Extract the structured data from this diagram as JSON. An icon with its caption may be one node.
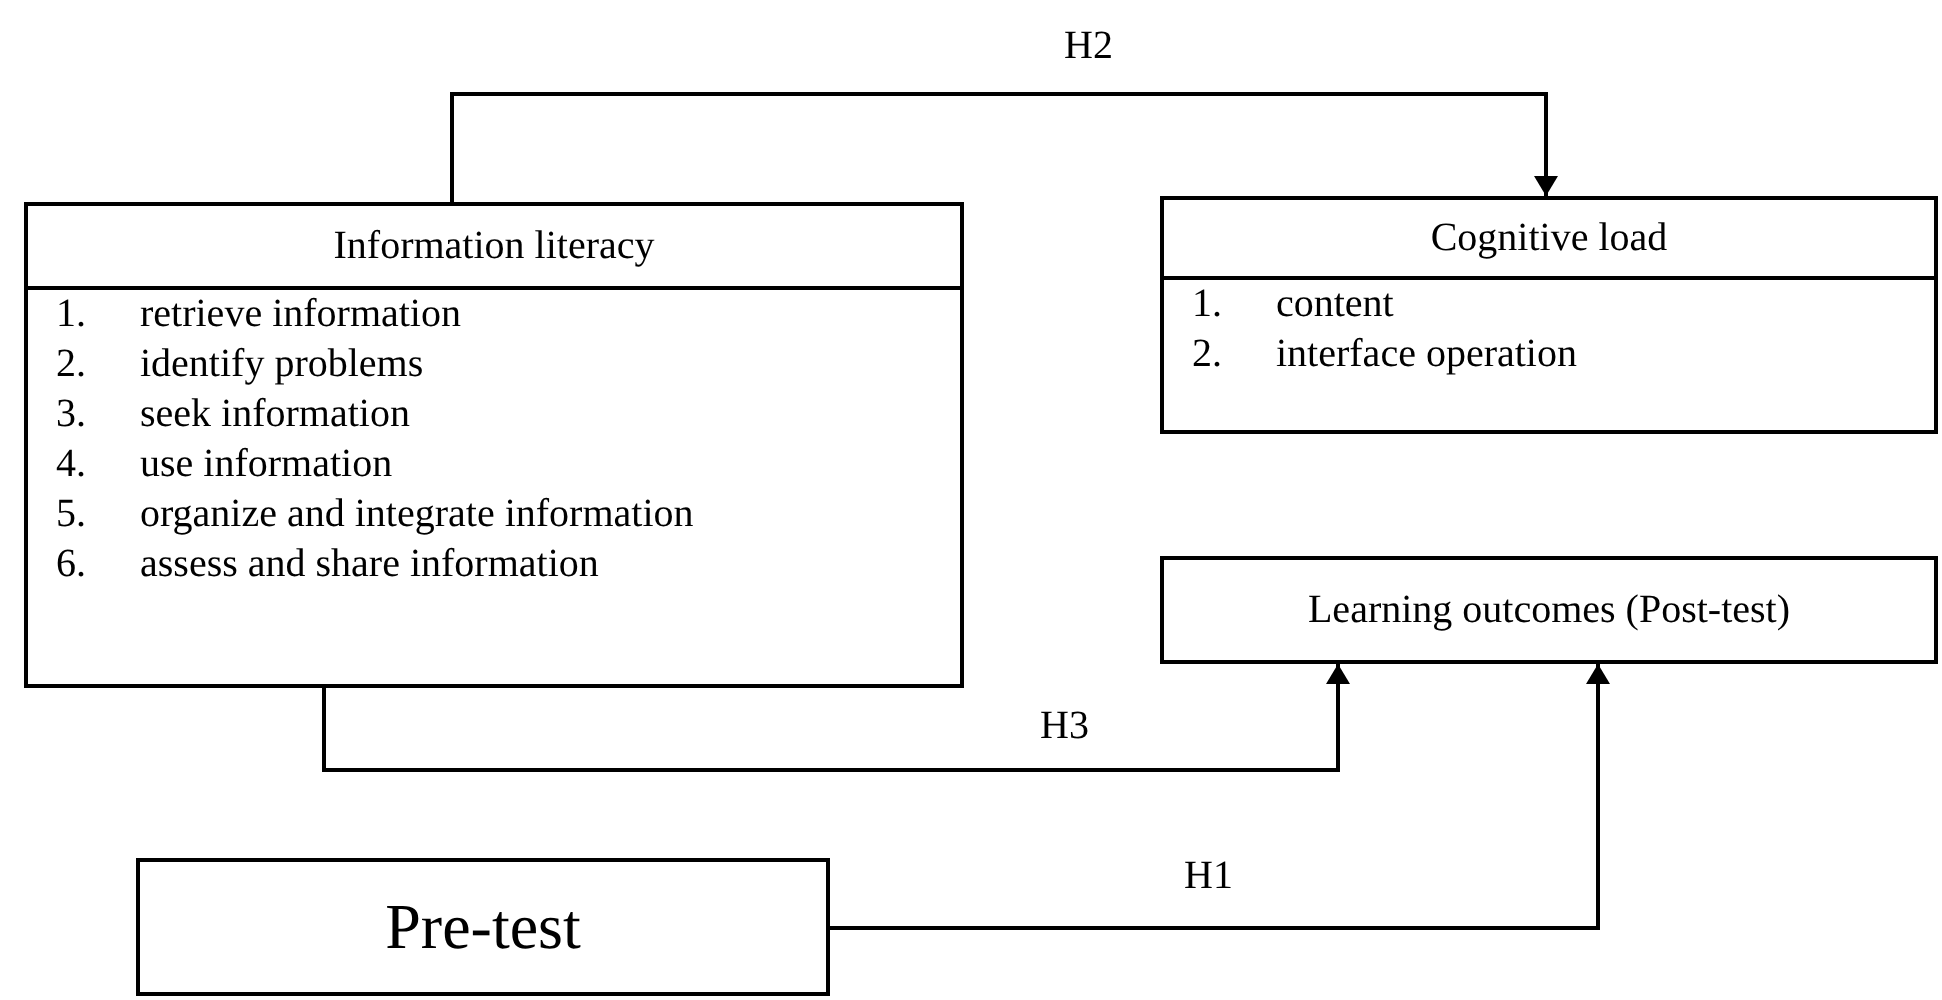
{
  "diagram": {
    "nodes": [
      {
        "text": [
          "Information literacy",
          "1. retrieve information",
          "2. identify problems",
          "3. seek information",
          "4. use information",
          "5. organize and integrate information",
          "6. assess and share information"
        ]
      },
      {
        "text": [
          "Cognitive load",
          "1. content",
          "2. interface operation"
        ]
      },
      {
        "text": [
          "Learning outcomes (Post-test)"
        ]
      },
      {
        "text": [
          "Pre-test"
        ]
      }
    ],
    "edges": [
      {
        "from": 0,
        "to": 1,
        "arrow": "to",
        "label": "H2"
      },
      {
        "from": 0,
        "to": 2,
        "arrow": "to",
        "label": "H3"
      },
      {
        "from": 3,
        "to": 2,
        "arrow": "to",
        "label": "H1"
      }
    ]
  }
}
